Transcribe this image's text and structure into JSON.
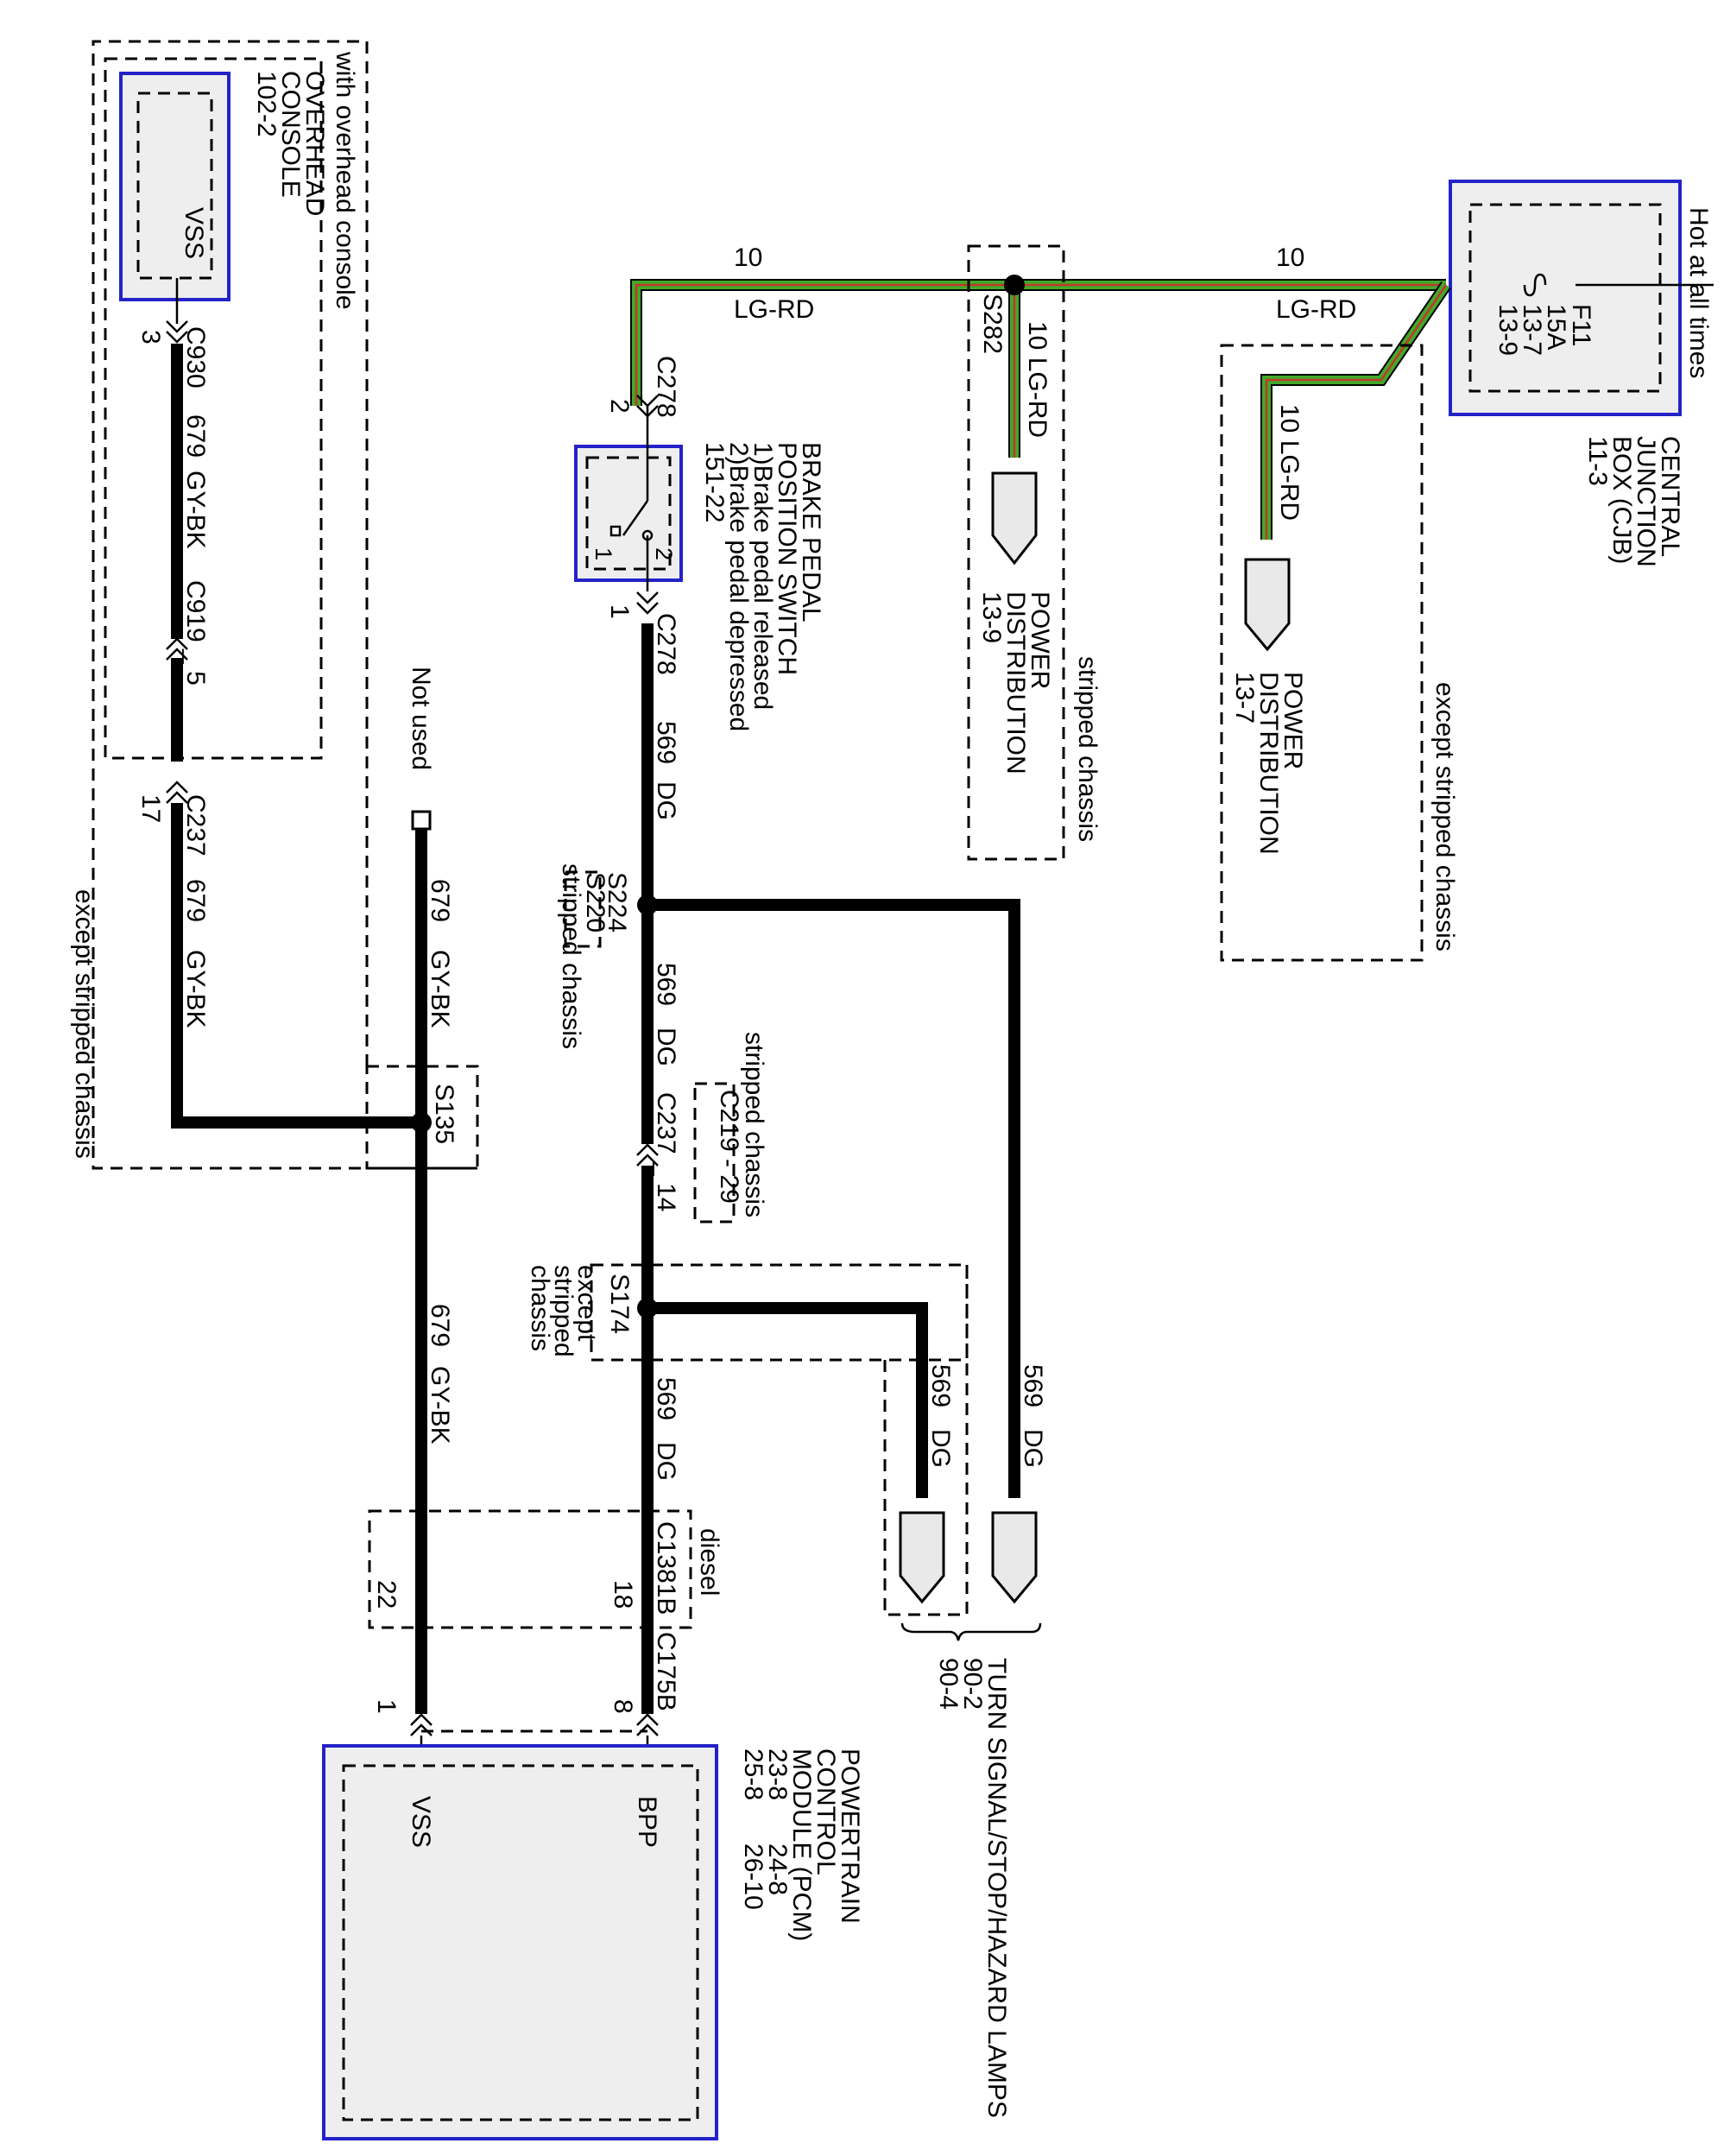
{
  "fuse_box": {
    "power_label": "Hot at all times",
    "fuse": "F11",
    "rating": "15A",
    "refs": [
      "13-7",
      "13-9"
    ],
    "name_lines": [
      "CENTRAL",
      "JUNCTION",
      "BOX (CJB)",
      "11-3"
    ]
  },
  "power_dist_stripped": {
    "lines": [
      "POWER",
      "DISTRIBUTION",
      "13-9"
    ],
    "variant": "stripped chassis"
  },
  "power_dist_except": {
    "lines": [
      "POWER",
      "DISTRIBUTION",
      "13-7"
    ],
    "variant": "except stripped chassis"
  },
  "wires": {
    "feed_gauge": "10",
    "feed_color": "LG-RD",
    "feed_branch_1": "10 LG-RD",
    "feed_branch_2": "10 LG-RD",
    "bpp_circuit": "569",
    "bpp_color": "DG",
    "vss_circuit": "679",
    "vss_color": "GY-BK"
  },
  "splices": {
    "s282": "S282",
    "s224": "S224",
    "s220": "S220",
    "s174": "S174",
    "s135": "S135"
  },
  "brake_switch": {
    "lines": [
      "BRAKE PEDAL",
      "POSITION SWITCH",
      "1)Brake pedal released",
      "2)Brake pedal depressed",
      "151-22"
    ],
    "pin1": "1",
    "pin2": "2"
  },
  "connectors": {
    "c278": "C278",
    "c278_pin_top": "2",
    "c278_pin_bottom": "1",
    "c237_bpp": "C237 _ 14",
    "c219": "C219 - 29",
    "c1381b": "C1381B",
    "c1381b_pin_bpp": "18",
    "c1381b_pin_vss": "22",
    "c175b": "C175B",
    "c175b_pin_bpp": "8",
    "c175b_pin_vss": "1",
    "c930": "C930",
    "c930_pin": "3",
    "c919": "C919 _ 5",
    "c237_vss": "C237",
    "c237_vss_pin": "17"
  },
  "notes": {
    "stripped_chassis": "stripped chassis",
    "except_stripped_lines": [
      "except",
      "stripped",
      "chassis"
    ],
    "diesel": "diesel",
    "not_used": "Not used",
    "with_overhead": "with overhead console",
    "except_stripped_vss": "except stripped chassis"
  },
  "overhead_console": {
    "lines": [
      "OVERHEAD",
      "CONSOLE",
      "102-2"
    ],
    "pin": "VSS"
  },
  "pcm": {
    "lines": [
      "POWERTRAIN",
      "CONTROL",
      "MODULE (PCM)"
    ],
    "refs_row1": "23-8      24-8",
    "refs_row2": "25-8      26-10",
    "pin_bpp": "BPP",
    "pin_vss": "VSS"
  },
  "lamps": {
    "lines": [
      "TURN SIGNAL/STOP/HAZARD LAMPS",
      "90-2",
      "90-4"
    ]
  },
  "colors": {
    "module_outline": "#2323c8",
    "wire_green": "#43a82a",
    "wire_stripe": "#c0392b"
  }
}
